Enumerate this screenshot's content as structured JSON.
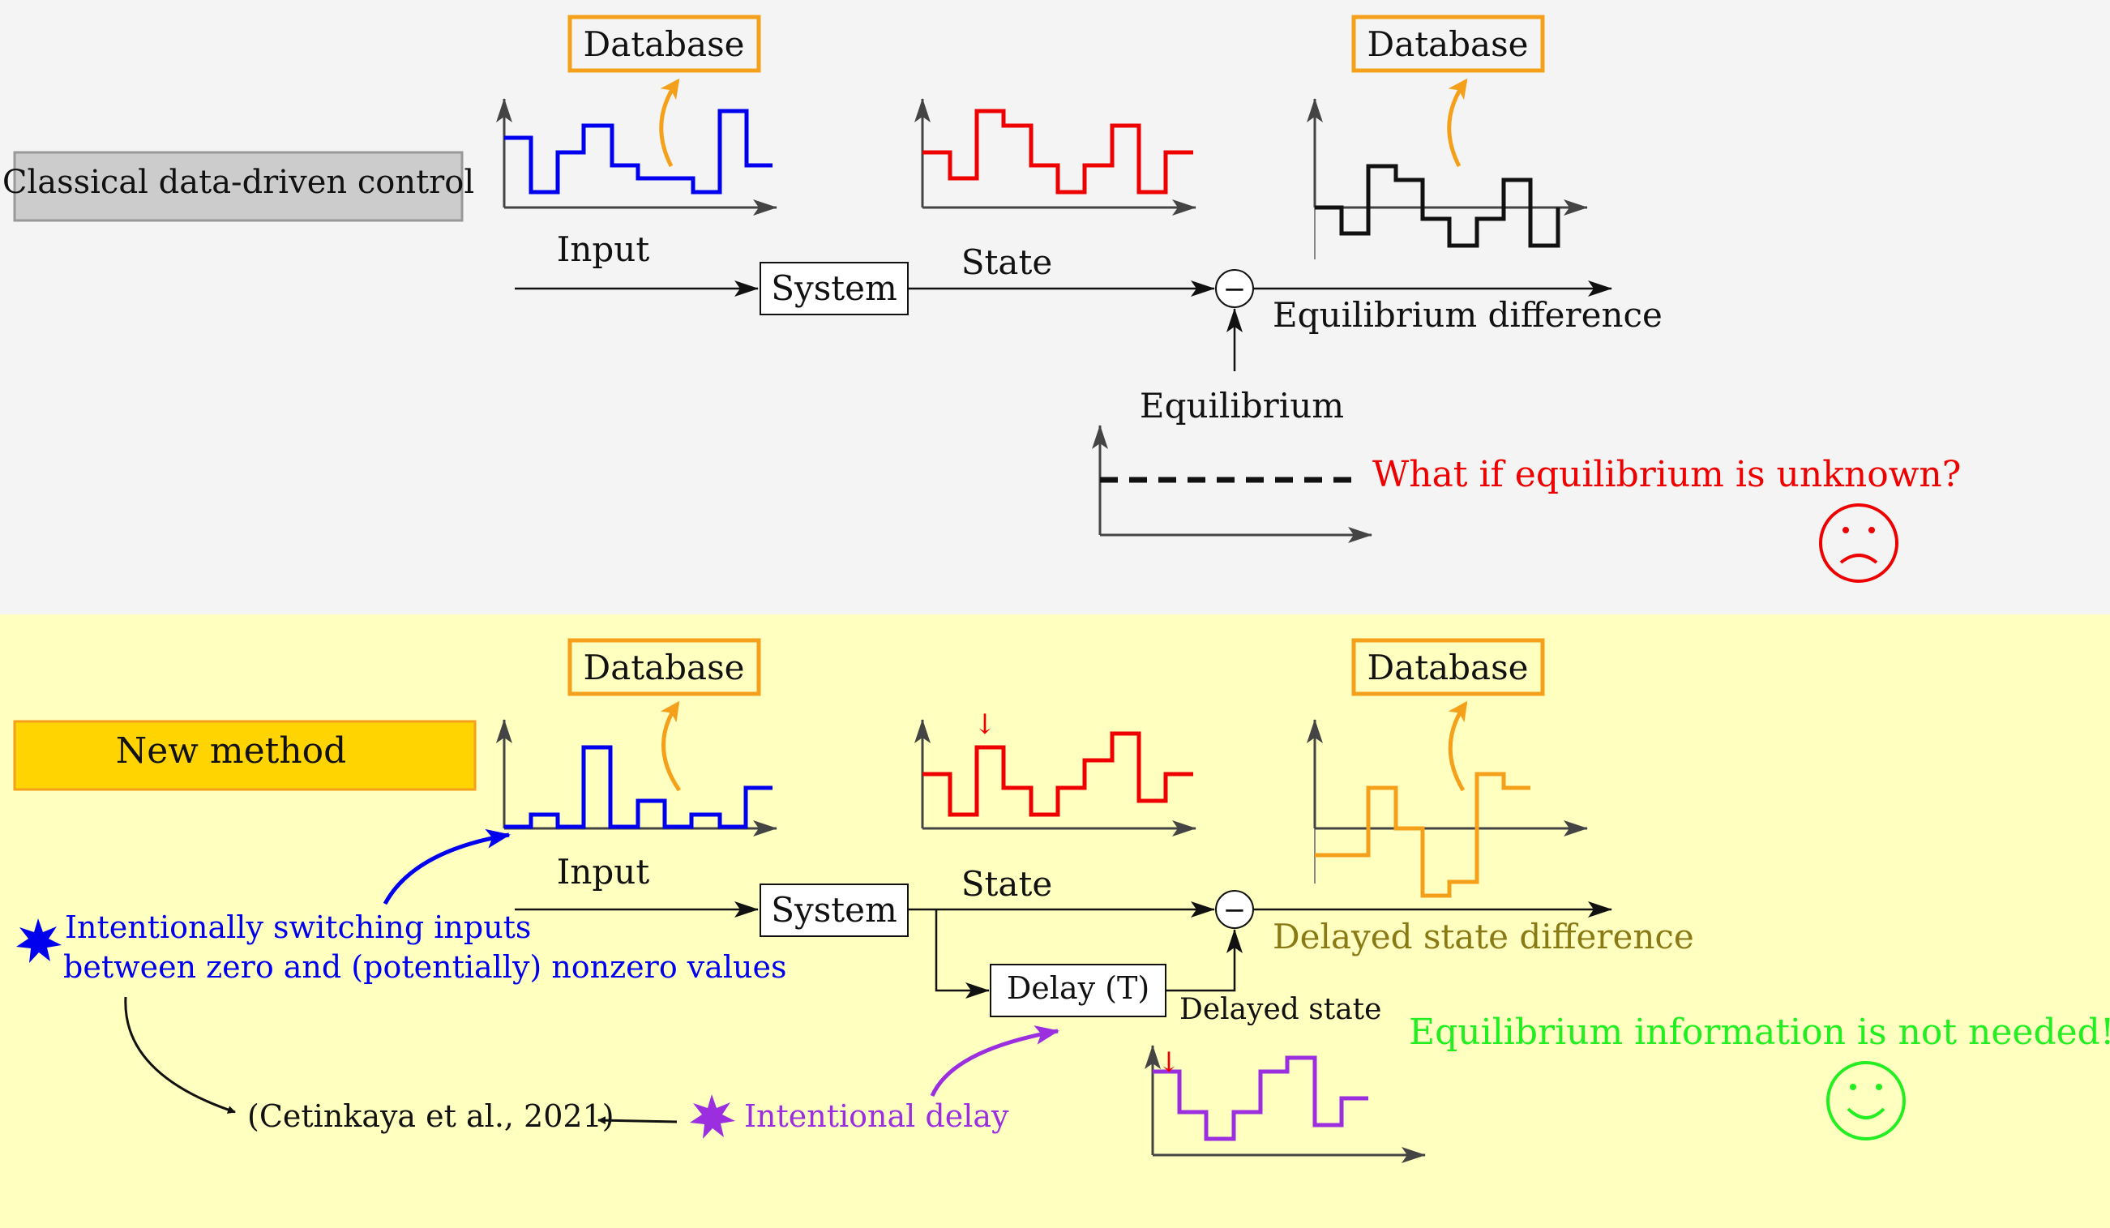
{
  "top": {
    "badge": "Classical data-driven control",
    "database_left": "Database",
    "database_right": "Database",
    "input_label": "Input",
    "system_label": "System",
    "state_label": "State",
    "minus_symbol": "−",
    "output_label": "Equilibrium difference",
    "equilibrium_label": "Equilibrium",
    "question": "What if equilibrium is unknown?",
    "sad_face": "sad-face-icon"
  },
  "bottom": {
    "badge": "New method",
    "database_left": "Database",
    "database_right": "Database",
    "input_label": "Input",
    "system_label": "System",
    "state_label": "State",
    "minus_symbol": "−",
    "delay_label": "Delay (T)",
    "delayed_state_label": "Delayed state",
    "output_label": "Delayed state difference",
    "note_switching_line1": "Intentionally switching inputs",
    "note_switching_line2": "between zero and (potentially) nonzero values",
    "citation": "(Cetinkaya et al., 2021)",
    "note_delay": "Intentional delay",
    "conclusion": "Equilibrium information is not needed!",
    "delay_marker": "↓",
    "happy_face": "happy-face-icon"
  },
  "colors": {
    "top_bg": "#f4f4f4",
    "bottom_bg": "#ffffbf",
    "blue": "#0000ee",
    "red": "#ee0000",
    "orange": "#f5a01a",
    "purple": "#9b2fe0",
    "green": "#22ee22",
    "olive": "#8a7a16",
    "gold": "#ffd400",
    "gray_badge": "#cccccc"
  }
}
